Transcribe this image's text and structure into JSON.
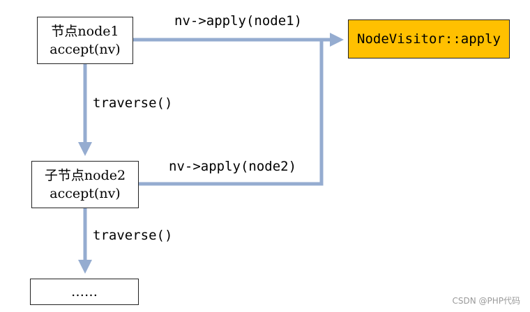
{
  "colors": {
    "arrow": "#95acd0",
    "target_fill": "#ffc000",
    "border": "#222222"
  },
  "node1": {
    "line1": "节点node1",
    "line2": "accept(nv)"
  },
  "node2": {
    "line1": "子节点node2",
    "line2": "accept(nv)"
  },
  "node3": {
    "text": "……"
  },
  "target": {
    "text": "NodeVisitor::apply"
  },
  "edges": {
    "apply_node1": "nv->apply(node1)",
    "apply_node2": "nv->apply(node2)",
    "traverse_1": "traverse()",
    "traverse_2": "traverse()"
  },
  "watermark": "CSDN @PHP代码"
}
